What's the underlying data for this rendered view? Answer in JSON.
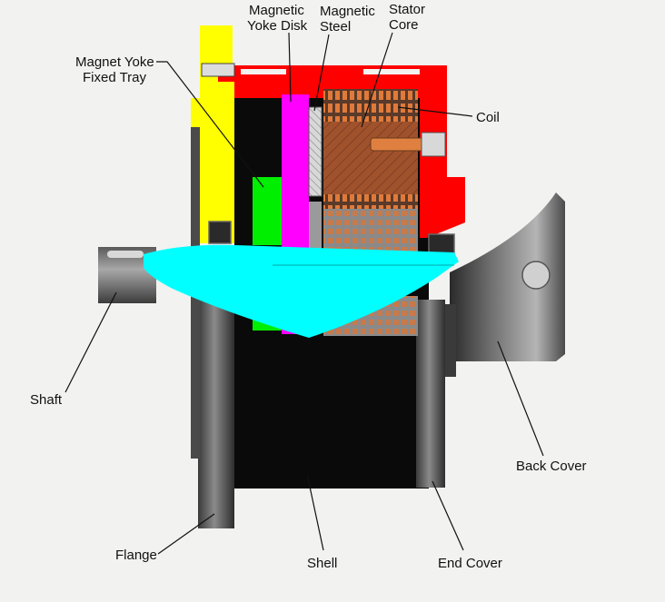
{
  "labels": {
    "magnetic_yoke_disk": [
      "Magnetic",
      "Yoke Disk"
    ],
    "magnetic_steel": [
      "Magnetic",
      "Steel"
    ],
    "stator_core": [
      "Stator",
      "Core"
    ],
    "magnet_yoke_fixed_tray": [
      "Magnet Yoke",
      "Fixed Tray"
    ],
    "coil": "Coil",
    "shaft": "Shaft",
    "back_cover": "Back Cover",
    "flange": "Flange",
    "shell": "Shell",
    "end_cover": "End Cover"
  },
  "colors": {
    "background": "#f2f2f0",
    "fixed_tray": "#ffff00",
    "yoke_disk": "#ff00ff",
    "magnetic_steel_block": "#00ee00",
    "red_housing": "#ff0000",
    "shaft": "#00ffff",
    "stator_core": "#a0522d",
    "coil": "#d2691e",
    "shell": "#0a0a0a",
    "grey_metal": "#707070"
  }
}
